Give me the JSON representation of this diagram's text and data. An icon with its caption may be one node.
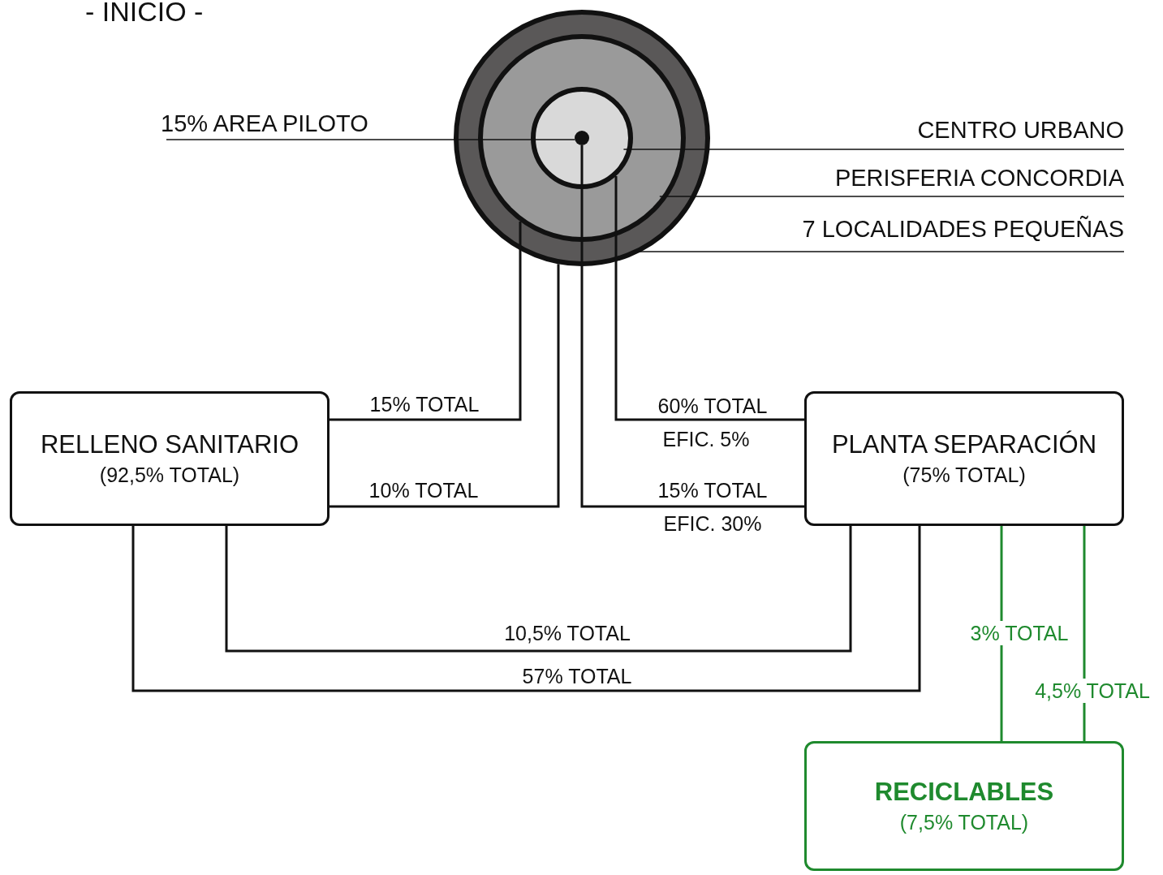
{
  "diagram": {
    "title": "- INICIO -",
    "nodes": [
      {
        "text": [],
        "shape": "circle"
      },
      {
        "text": [],
        "shape": "circle",
        "in": 0
      },
      {
        "text": [],
        "shape": "circle",
        "in": 1
      },
      {
        "text": [],
        "shape": "circle",
        "in": 2
      },
      {
        "text": [
          "15% AREA PILOTO"
        ]
      },
      {
        "text": [
          "CENTRO URBANO"
        ]
      },
      {
        "text": [
          "PERISFERIA CONCORDIA"
        ]
      },
      {
        "text": [
          "7 LOCALIDADES PEQUEÑAS"
        ]
      },
      {
        "text": [
          "RELLENO SANITARIO",
          "(92,5% TOTAL)"
        ]
      },
      {
        "text": [
          "PLANTA SEPARACIÓN",
          "(75% TOTAL)"
        ]
      },
      {
        "text": [
          "RECICLABLES",
          "(7,5% TOTAL)"
        ]
      }
    ],
    "edges": [
      {
        "from": 1,
        "to": 8,
        "arrow": "none",
        "label": "15% TOTAL"
      },
      {
        "from": 0,
        "to": 8,
        "arrow": "none",
        "label": "10% TOTAL"
      },
      {
        "from": 3,
        "to": 9,
        "arrow": "none",
        "label": "15% TOTAL"
      },
      {
        "from": 2,
        "to": 9,
        "arrow": "none",
        "label": "60% TOTAL"
      },
      {
        "from": 9,
        "to": 8,
        "arrow": "none",
        "label": "10,5% TOTAL"
      },
      {
        "from": 9,
        "to": 8,
        "arrow": "none",
        "label": "57% TOTAL"
      },
      {
        "from": 9,
        "to": 10,
        "arrow": "none",
        "label": "3% TOTAL",
        "color": "#1f8a2e"
      },
      {
        "from": 9,
        "to": 10,
        "arrow": "none",
        "label": "4,5% TOTAL",
        "color": "#1f8a2e"
      },
      {
        "from": 4,
        "to": 3,
        "arrow": "none"
      },
      {
        "from": 5,
        "to": 2,
        "arrow": "none"
      },
      {
        "from": 6,
        "to": 1,
        "arrow": "none"
      },
      {
        "from": 7,
        "to": 0,
        "arrow": "none"
      }
    ],
    "labels": [
      "EFIC. 5%",
      "EFIC. 30%"
    ]
  }
}
